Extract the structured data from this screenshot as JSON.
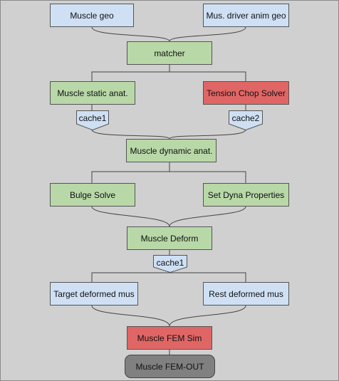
{
  "nodes": {
    "muscle_geo": "Muscle geo",
    "mus_driver_anim_geo": "Mus. driver anim geo",
    "matcher": "matcher",
    "muscle_static_anat": "Muscle static anat.",
    "tension_chop_solver": "Tension Chop Solver",
    "cache1_a": "cache1",
    "cache2": "cache2",
    "muscle_dynamic_anat": "Muscle dynamic anat.",
    "bulge_solve": "Bulge Solve",
    "set_dyna_properties": "Set Dyna Properties",
    "muscle_deform": "Muscle Deform",
    "cache1_b": "cache1",
    "target_deformed_mus": "Target deformed mus",
    "rest_deformed_mus": "Rest deformed mus",
    "muscle_fem_sim": "Muscle FEM Sim",
    "muscle_fem_out": "Muscle FEM-OUT"
  },
  "colors": {
    "input": "#cfe0f4",
    "process": "#b8d8a8",
    "solver": "#e06666",
    "output": "#808080",
    "background": "#d0d0d0"
  }
}
